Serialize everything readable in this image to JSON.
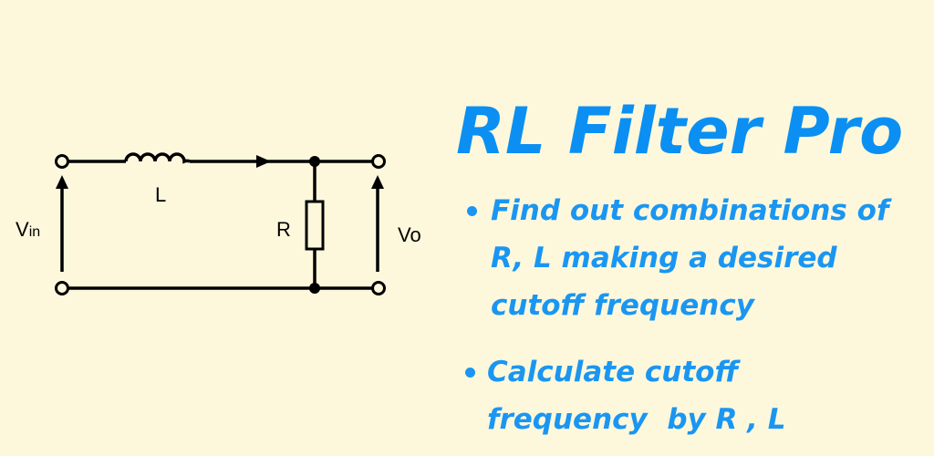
{
  "title": "RL Filter Pro",
  "bullets": [
    {
      "lines": [
        "Find out combinations of",
        "R, L making a desired",
        "cutoff frequency"
      ]
    },
    {
      "lines": [
        "Calculate cutoff",
        "frequency  by R , L"
      ]
    }
  ],
  "circuit": {
    "inductor_label": "L",
    "resistor_label": "R",
    "vin_main": "V",
    "vin_sub": "in",
    "vout_label": "Vo"
  },
  "colors": {
    "background": "#fdf8dc",
    "accent": "#0b8ff2",
    "wire": "#000000"
  }
}
